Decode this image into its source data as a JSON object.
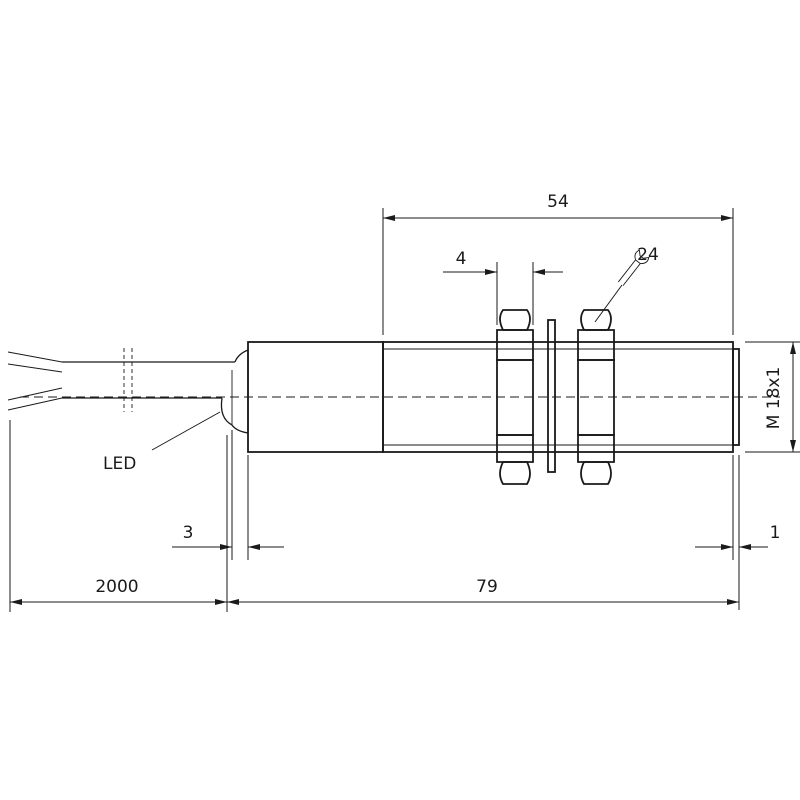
{
  "dimensions": {
    "overall_thread": "54",
    "nut_thickness": "4",
    "wrench_size": "24",
    "thread_size": "M 18x1",
    "led_offset": "3",
    "front_offset": "1",
    "cable_length": "2000",
    "body_length": "79"
  },
  "labels": {
    "led": "LED"
  }
}
